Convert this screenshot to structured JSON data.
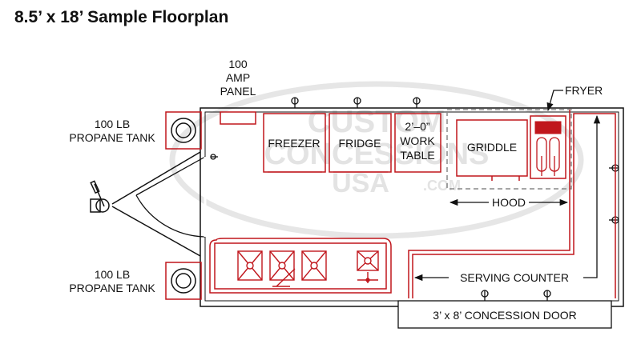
{
  "title": "8.5’ x 18’ Sample Floorplan",
  "watermark": {
    "line1": "CUSTOM",
    "line2": "CONCESSIONS",
    "line3": "USA",
    "suffix": ".COM"
  },
  "labels": {
    "amp_panel": [
      "100",
      "AMP",
      "PANEL"
    ],
    "propane_tank_top": [
      "100 LB",
      "PROPANE TANK"
    ],
    "propane_tank_bottom": [
      "100 LB",
      "PROPANE TANK"
    ],
    "freezer": "FREEZER",
    "fridge": "FRIDGE",
    "work_table": [
      "2’–0”",
      "WORK",
      "TABLE"
    ],
    "griddle": "GRIDDLE",
    "fryer": "FRYER",
    "hood": "HOOD",
    "serving_counter": "SERVING COUNTER",
    "concession_door": "3’ x 8’ CONCESSION DOOR"
  },
  "colors": {
    "outline": "#111111",
    "equipment": "#c0161c",
    "hood": "#888888",
    "watermark": "#e3e3e3"
  }
}
